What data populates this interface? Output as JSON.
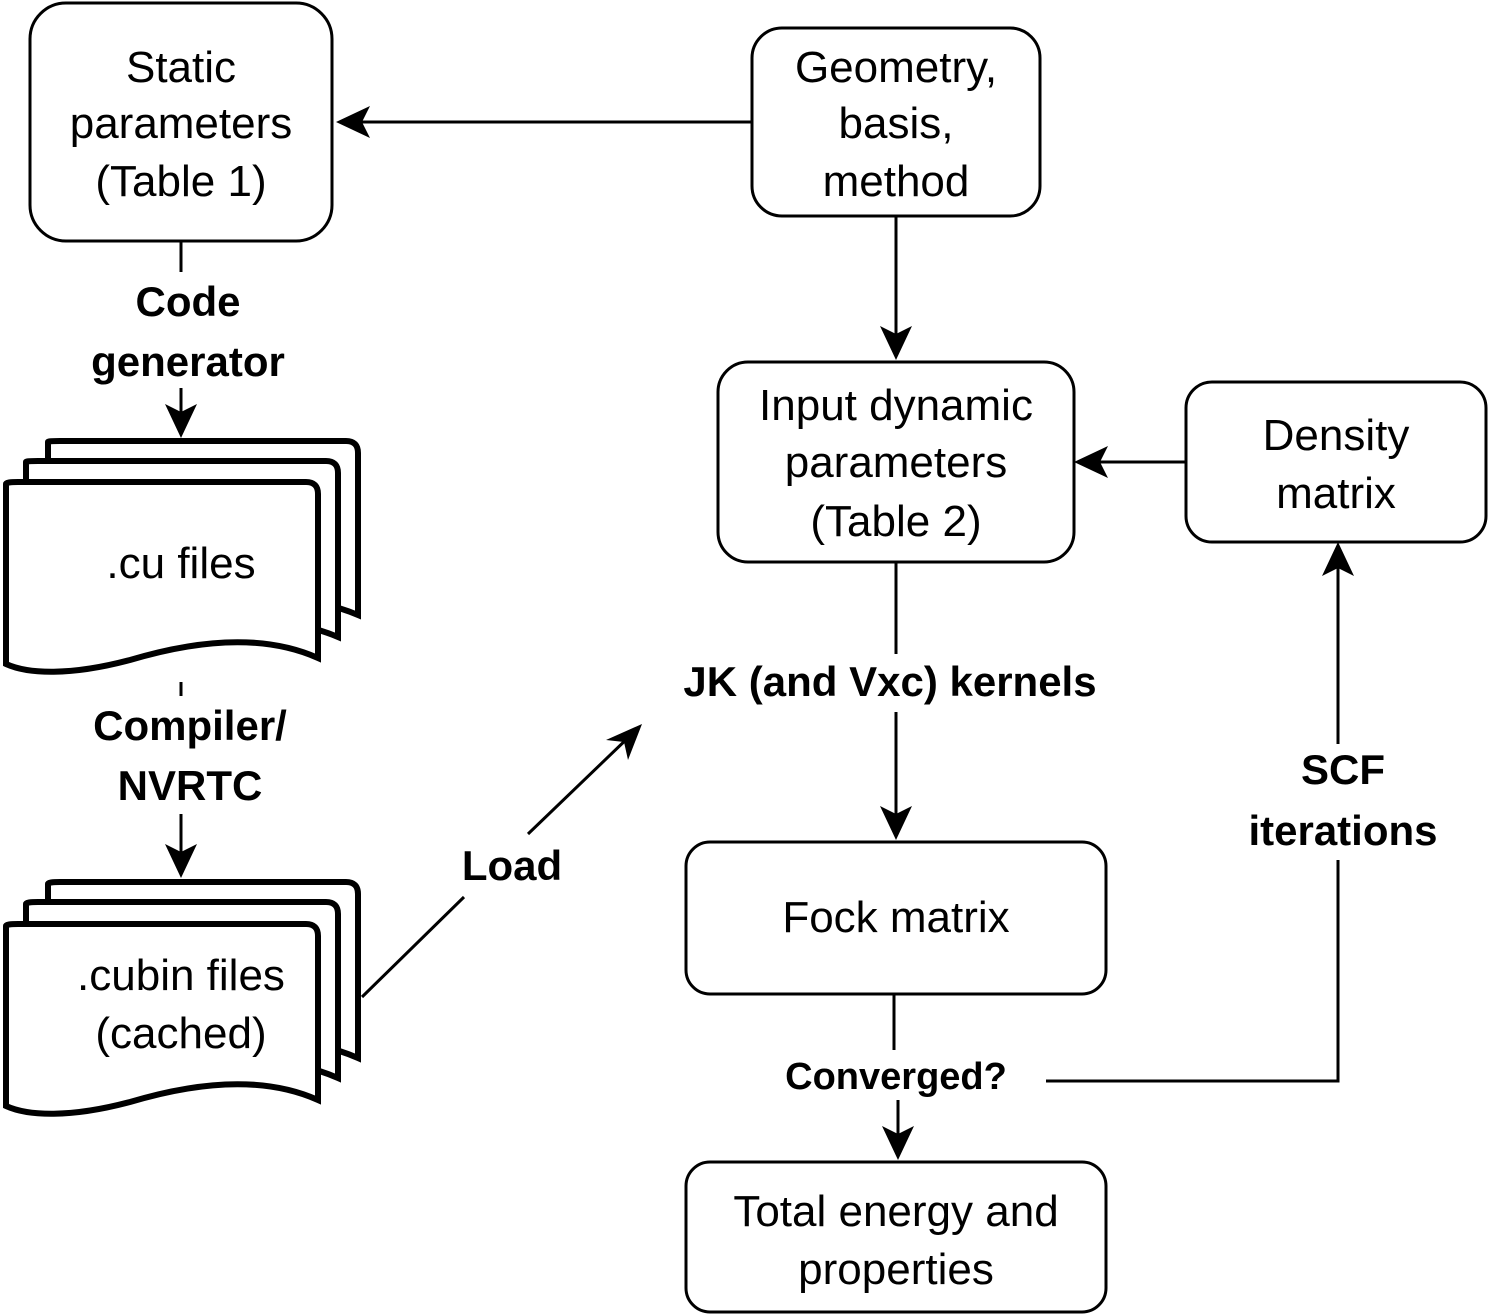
{
  "nodes": {
    "static_params": {
      "lines": [
        "Static",
        "parameters",
        "(Table 1)"
      ]
    },
    "geometry": {
      "lines": [
        "Geometry,",
        "basis,",
        "method"
      ]
    },
    "input_dynamic": {
      "lines": [
        "Input dynamic",
        "parameters",
        "(Table 2)"
      ]
    },
    "density": {
      "lines": [
        "Density",
        "matrix"
      ]
    },
    "cu_files": {
      "lines": [
        ".cu files"
      ]
    },
    "cubin_files": {
      "lines": [
        ".cubin files",
        "(cached)"
      ]
    },
    "fock": {
      "lines": [
        "Fock matrix"
      ]
    },
    "total_energy": {
      "lines": [
        "Total energy and",
        "properties"
      ]
    }
  },
  "edge_labels": {
    "code_generator": [
      "Code",
      "generator"
    ],
    "compiler": [
      "Compiler/",
      "NVRTC"
    ],
    "load": [
      "Load"
    ],
    "jk_kernels": [
      "JK (and Vxc) kernels"
    ],
    "scf_iterations": [
      "SCF",
      "iterations"
    ],
    "converged": [
      "Converged?"
    ]
  }
}
